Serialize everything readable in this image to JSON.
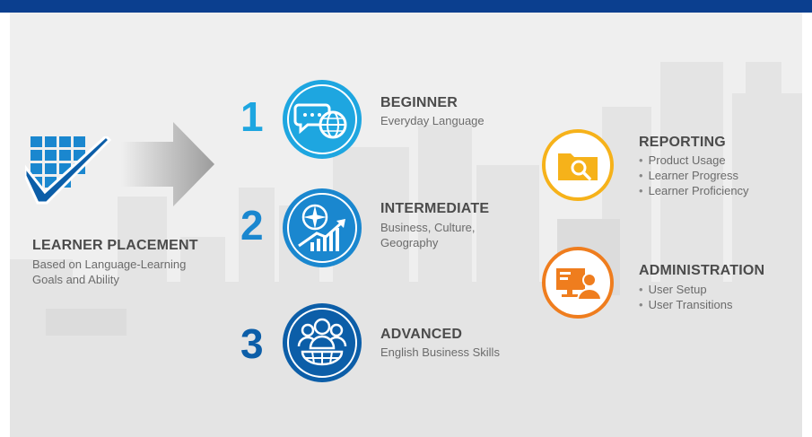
{
  "colors": {
    "brand_blue": "#0b3f8f",
    "beginner_blue": "#1ea6e0",
    "intermediate_blue": "#1a87cf",
    "advanced_blue": "#0c5ea8",
    "reporting_gold": "#f6b21a",
    "admin_orange": "#ef7d1e",
    "text_dark": "#4b4b4b",
    "text_light": "#6b6b6b"
  },
  "placement": {
    "icon": "grid-checkmark-icon",
    "arrow": "arrow-right-icon",
    "title": "LEARNER PLACEMENT",
    "subtitle_line1": "Based on Language-Learning",
    "subtitle_line2": "Goals and Ability"
  },
  "levels": [
    {
      "number": "1",
      "icon": "speech-bubbles-globe-icon",
      "title": "BEGINNER",
      "line1": "Everyday Language",
      "line2": ""
    },
    {
      "number": "2",
      "icon": "compass-growth-chart-icon",
      "title": "INTERMEDIATE",
      "line1": "Business, Culture,",
      "line2": "Geography"
    },
    {
      "number": "3",
      "icon": "people-globe-icon",
      "title": "ADVANCED",
      "line1": "English Business Skills",
      "line2": ""
    }
  ],
  "reporting": {
    "icon": "folder-magnifier-icon",
    "title": "REPORTING",
    "items": [
      "Product Usage",
      "Learner Progress",
      "Learner Proficiency"
    ]
  },
  "administration": {
    "icon": "monitor-user-icon",
    "title": "ADMINISTRATION",
    "items": [
      "User Setup",
      "User Transitions"
    ]
  }
}
